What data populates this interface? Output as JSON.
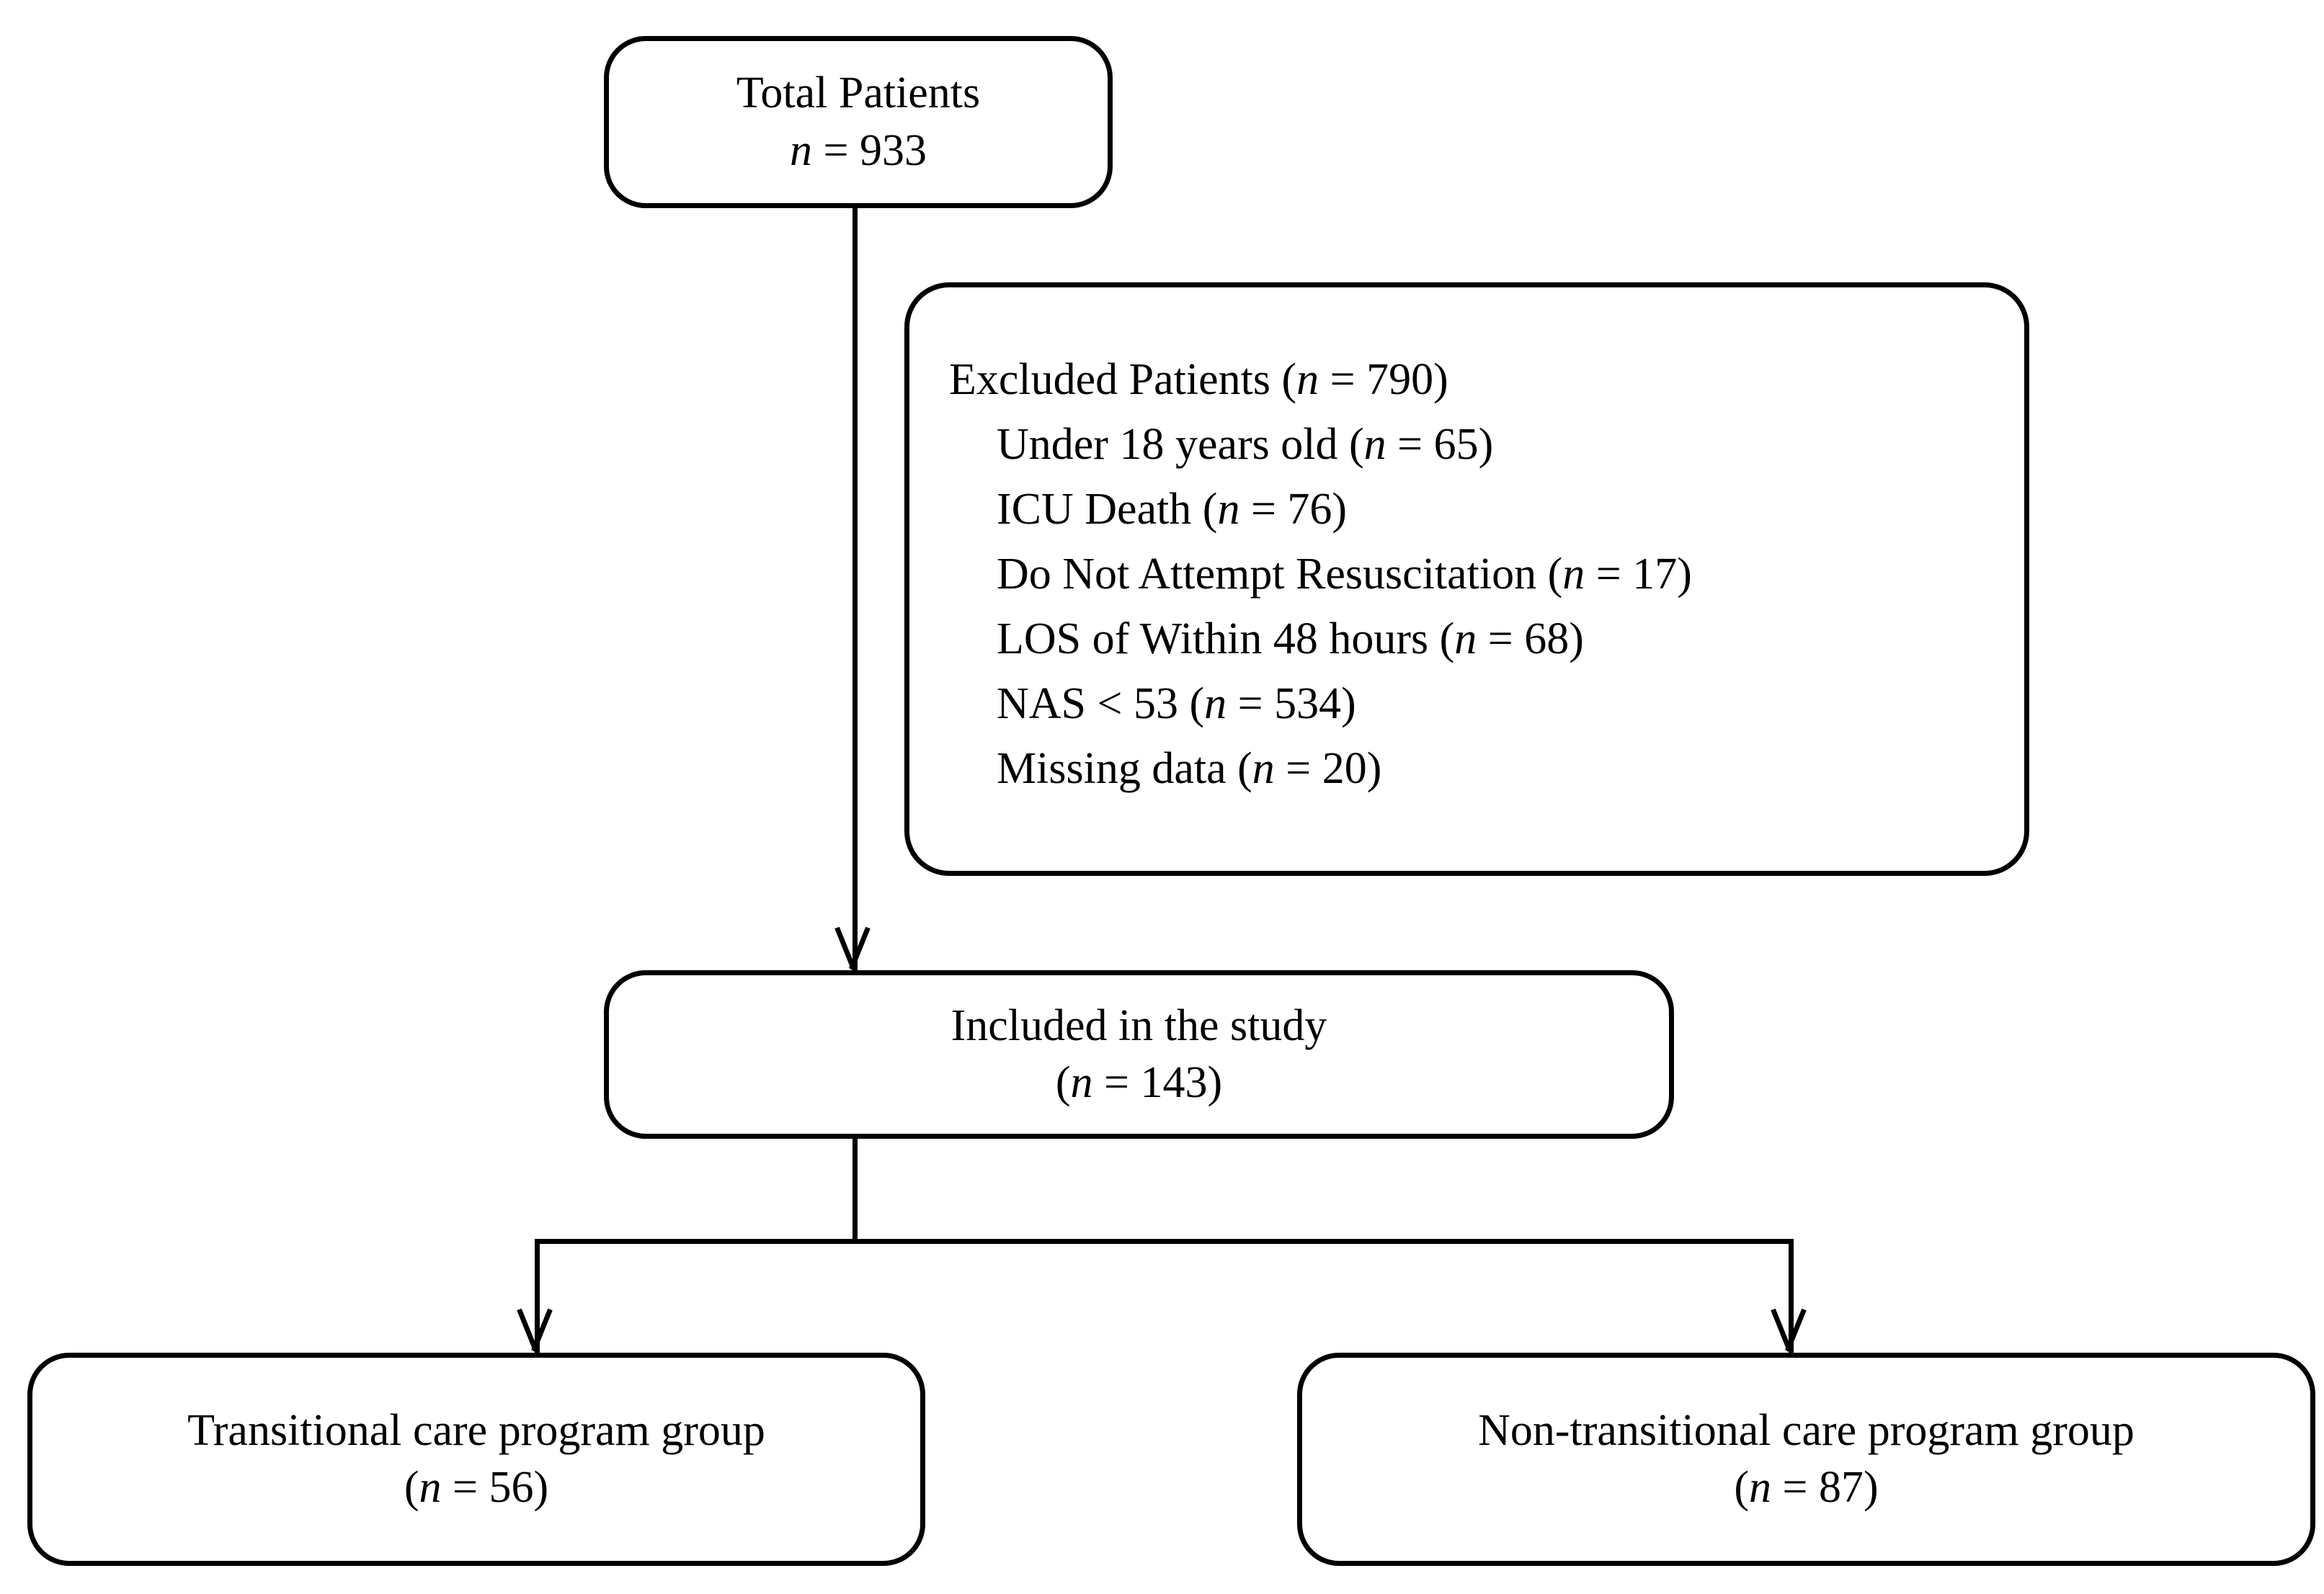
{
  "diagram": {
    "type": "study-flow-diagram",
    "nodes": {
      "total_patients": {
        "title": "Total Patients",
        "count_prefix": "n",
        "count_eq": " = ",
        "count_value": "933",
        "count_line": "n = 933"
      },
      "excluded": {
        "heading_text": "Excluded Patients (",
        "heading_n": "n",
        "heading_eq": " = 790)",
        "heading_full": "Excluded Patients (n = 790)",
        "items": [
          {
            "label": "Under 18 years old (",
            "n": "n",
            "value": " = 65)",
            "full": "Under 18 years old (n = 65)"
          },
          {
            "label": "ICU Death (",
            "n": "n",
            "value": " = 76)",
            "full": "ICU Death (n = 76)"
          },
          {
            "label": "Do Not Attempt Resuscitation (",
            "n": "n",
            "value": " = 17)",
            "full": "Do Not Attempt Resuscitation (n = 17)"
          },
          {
            "label": "LOS of Within 48 hours (",
            "n": "n",
            "value": " = 68)",
            "full": "LOS of Within 48 hours (n = 68)"
          },
          {
            "label": "NAS < 53 (",
            "n": "n",
            "value": " = 534)",
            "full": "NAS < 53 (n = 534)"
          },
          {
            "label": "Missing data (",
            "n": "n",
            "value": " = 20)",
            "full": "Missing data (n = 20)"
          }
        ]
      },
      "included": {
        "title": "Included in the study",
        "count_open": "(",
        "count_n": "n",
        "count_close": " = 143)",
        "count_line": "(n = 143)"
      },
      "transitional_group": {
        "title": "Transitional care program group",
        "count_open": "(",
        "count_n": "n",
        "count_close": " = 56)",
        "count_line": "(n = 56)"
      },
      "non_transitional_group": {
        "title": "Non-transitional care program group",
        "count_open": "(",
        "count_n": "n",
        "count_close": " = 87)",
        "count_line": "(n = 87)"
      }
    },
    "colors": {
      "stroke": "#000000",
      "background": "#ffffff",
      "text": "#000000"
    }
  }
}
